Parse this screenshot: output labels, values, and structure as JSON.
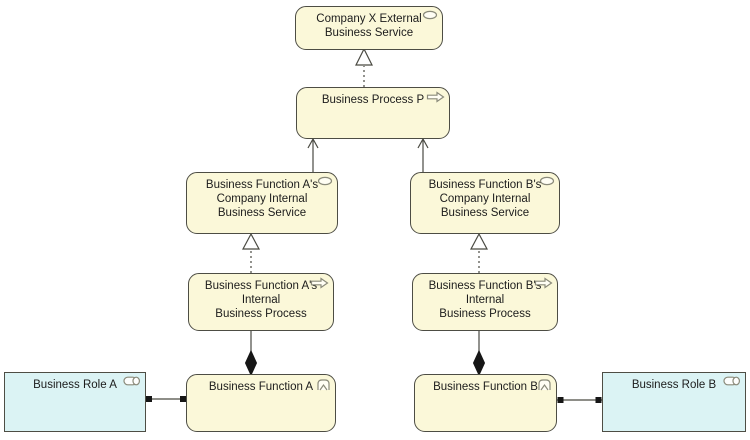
{
  "diagram": {
    "type": "archimate-business-layer-diagram",
    "colors": {
      "business_fill": "#fbf8d9",
      "role_fill": "#dbf3f4",
      "node_border": "#4d4d44",
      "connector": "#4a4a42",
      "icon_stroke": "#8a8a7a",
      "text_color": "#1c1c1c",
      "canvas_bg": "#ffffff"
    },
    "nodes": {
      "company_x_external_service": {
        "label": "Company X External\nBusiness Service",
        "icon": "business-service-icon",
        "element_type": "business-service"
      },
      "business_process_p": {
        "label": "Business Process P",
        "icon": "business-process-icon",
        "element_type": "business-process"
      },
      "bf_a_internal_service": {
        "label": "Business Function A's\nCompany Internal\nBusiness Service",
        "icon": "business-service-icon",
        "element_type": "business-service"
      },
      "bf_b_internal_service": {
        "label": "Business Function B's\nCompany Internal\nBusiness Service",
        "icon": "business-service-icon",
        "element_type": "business-service"
      },
      "bf_a_internal_process": {
        "label": "Business Function A's\nInternal\nBusiness Process",
        "icon": "business-process-icon",
        "element_type": "business-process"
      },
      "bf_b_internal_process": {
        "label": "Business Function B's\nInternal\nBusiness Process",
        "icon": "business-process-icon",
        "element_type": "business-process"
      },
      "business_function_a": {
        "label": "Business Function A",
        "icon": "business-function-icon",
        "element_type": "business-function"
      },
      "business_function_b": {
        "label": "Business Function B",
        "icon": "business-function-icon",
        "element_type": "business-function"
      },
      "business_role_a": {
        "label": "Business Role A",
        "icon": "business-role-icon",
        "element_type": "business-role"
      },
      "business_role_b": {
        "label": "Business Role B",
        "icon": "business-role-icon",
        "element_type": "business-role"
      }
    },
    "relationships": [
      {
        "type": "realization",
        "style": "dotted line, hollow triangle arrowhead",
        "from": "Business Process P",
        "to": "Company X External Business Service"
      },
      {
        "type": "serving",
        "style": "solid line, open arrowhead",
        "from": "Business Function A's Company Internal Business Service",
        "to": "Business Process P"
      },
      {
        "type": "serving",
        "style": "solid line, open arrowhead",
        "from": "Business Function B's Company Internal Business Service",
        "to": "Business Process P"
      },
      {
        "type": "realization",
        "style": "dotted line, hollow triangle arrowhead",
        "from": "Business Function A's Internal Business Process",
        "to": "Business Function A's Company Internal Business Service"
      },
      {
        "type": "realization",
        "style": "dotted line, hollow triangle arrowhead",
        "from": "Business Function B's Internal Business Process",
        "to": "Business Function B's Company Internal Business Service"
      },
      {
        "type": "composition",
        "style": "solid line, filled diamond at owner end",
        "from": "Business Function A",
        "to": "Business Function A's Internal Business Process"
      },
      {
        "type": "composition",
        "style": "solid line, filled diamond at owner end",
        "from": "Business Function B",
        "to": "Business Function B's Internal Business Process"
      },
      {
        "type": "assignment",
        "style": "solid line, filled square endpoints",
        "from": "Business Role A",
        "to": "Business Function A"
      },
      {
        "type": "assignment",
        "style": "solid line, filled square endpoints",
        "from": "Business Function B",
        "to": "Business Role B"
      }
    ]
  }
}
